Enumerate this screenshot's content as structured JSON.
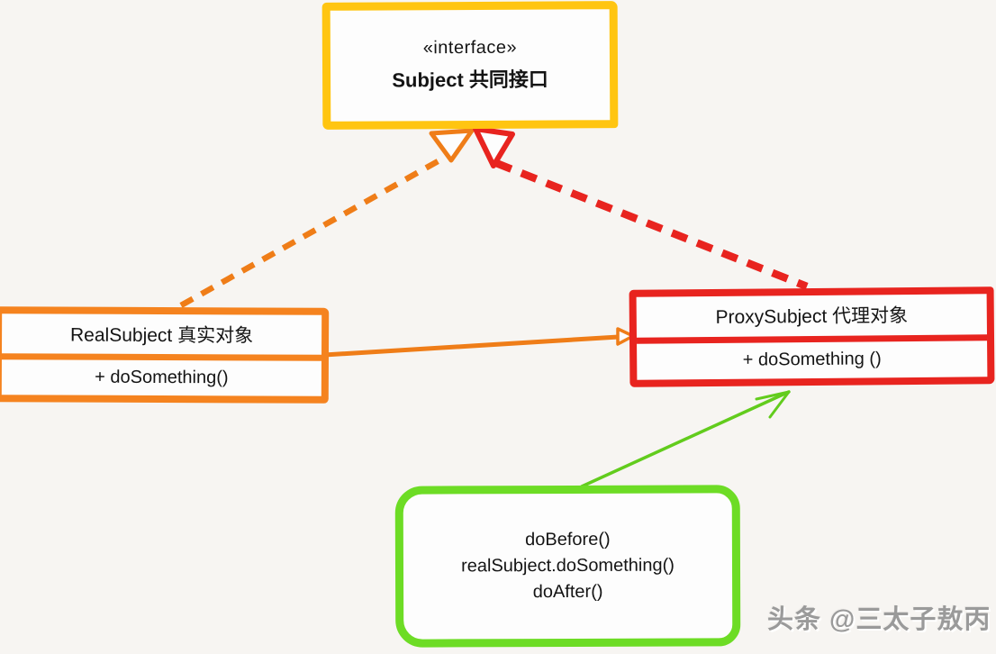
{
  "diagram": {
    "title_hint": "Proxy pattern UML sketch",
    "interface_box": {
      "stereotype": "«interface»",
      "title": "Subject 共同接口"
    },
    "real_subject_box": {
      "title": "RealSubject 真实对象",
      "method": "+ doSomething()"
    },
    "proxy_subject_box": {
      "title": "ProxySubject 代理对象",
      "method": "+ doSomething ()"
    },
    "note_box": {
      "line1": "doBefore()",
      "line2": "realSubject.doSomething()",
      "line3": "doAfter()"
    },
    "watermark": "头条 @三太子敖丙"
  },
  "colors": {
    "background": "#f7f5f2",
    "interface_border": "#ffc511",
    "real_subject_border": "#f5831f",
    "proxy_subject_border": "#e8241f",
    "note_border": "#6ddc25",
    "realization_real_arrow": "#ef7d18",
    "realization_proxy_arrow": "#e8241f",
    "association_arrow": "#ef7d18",
    "note_arrow": "#62cc1d",
    "text": "#141414",
    "watermark_gray": "#9a9a9a"
  }
}
